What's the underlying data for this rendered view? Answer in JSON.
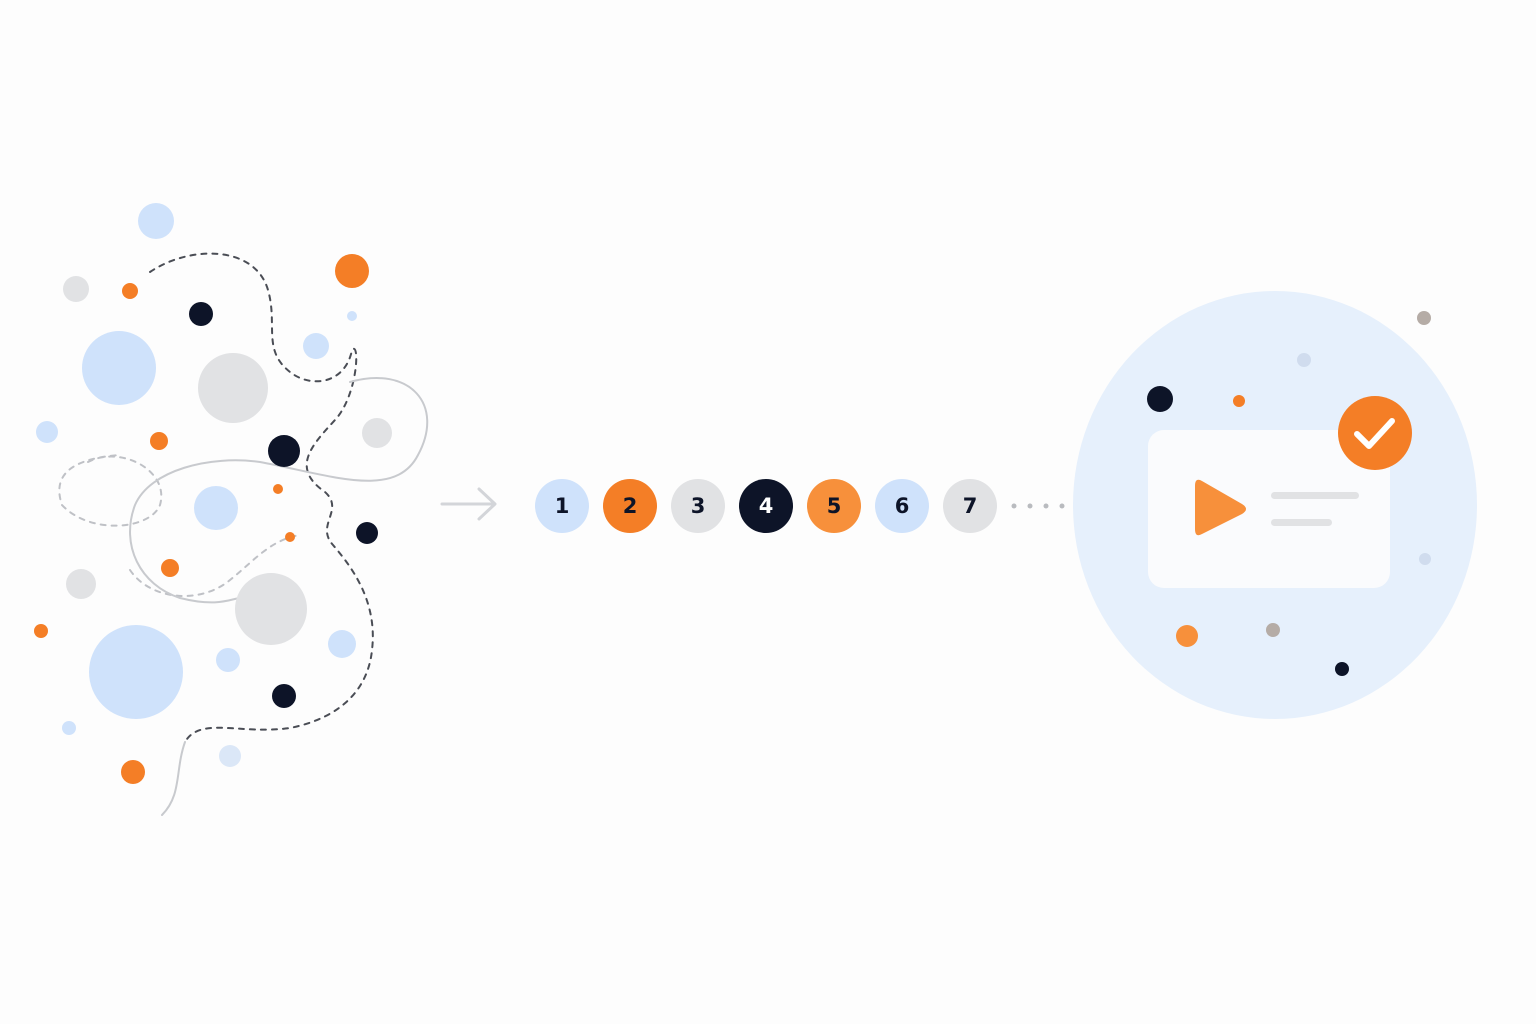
{
  "colors": {
    "background": "#fdfdfd",
    "blue_light": "#cfe2fb",
    "orange": "#f47e26",
    "orange_soft": "#f7903b",
    "grey_light": "#e1e2e4",
    "navy": "#0d1428",
    "halo": "#e6f0fc",
    "card": "#fafbfd",
    "line_grey": "#b9bbbf",
    "dash_dark": "#4a4d55",
    "dash_light": "#bfc1c6",
    "arrow_grey": "#d3d5d9",
    "connector_dots": "#b9bbbf",
    "taupe": "#b5aca6",
    "white": "#ffffff"
  },
  "icons": {
    "arrow": "right-arrow-icon",
    "play": "play-icon",
    "check": "checkmark-icon"
  },
  "steps": [
    {
      "label": "1",
      "fill": "#cfe2fb",
      "text_color": "#0d1428"
    },
    {
      "label": "2",
      "fill": "#f47e26",
      "text_color": "#0d1428"
    },
    {
      "label": "3",
      "fill": "#e1e2e4",
      "text_color": "#0d1428"
    },
    {
      "label": "4",
      "fill": "#0d1428",
      "text_color": "#ffffff"
    },
    {
      "label": "5",
      "fill": "#f7903b",
      "text_color": "#0d1428"
    },
    {
      "label": "6",
      "fill": "#cfe2fb",
      "text_color": "#0d1428"
    },
    {
      "label": "7",
      "fill": "#e1e2e4",
      "text_color": "#0d1428"
    }
  ]
}
